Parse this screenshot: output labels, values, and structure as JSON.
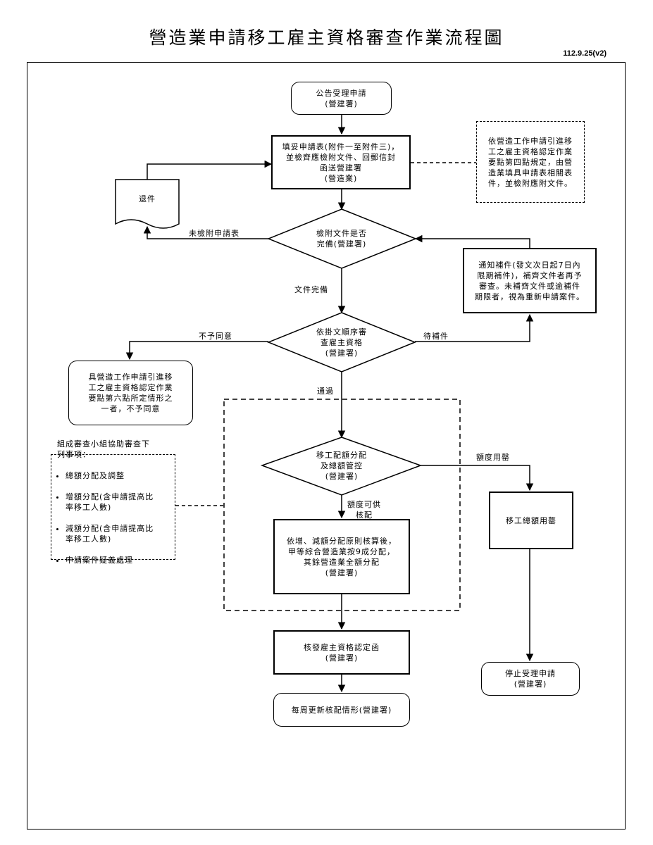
{
  "title": "營造業申請移工雇主資格審查作業流程圖",
  "version": "112.9.25(v2)",
  "nodes": {
    "start": "公告受理申請\n(營建署)",
    "fill_form": "填妥申請表(附件一至附件三)，\n並檢齊應檢附文件、回郵信封\n函送營建署\n(營造業)",
    "note_point4": "依營造工作申請引進移\n工之雇主資格認定作業\n要點第四點規定，由營\n造業填具申請表相關表\n件，並檢附應附文件。",
    "return_doc": "退件",
    "check_docs": "檢附文件是否\n完備(營建署)",
    "notify_supplement": "通知補件(發文次日起7日內\n限期補件)，補齊文件者再予\n審查。未補齊文件或逾補件\n期限者，視為重新申請案件。",
    "review_order": "依掛文順序審\n查雇主資格\n(營建署)",
    "reject": "具營造工作申請引進移\n工之雇主資格認定作業\n要點第六點所定情形之\n一者，不予同意",
    "quota_alloc": "移工配額分配\n及總額管控\n(營建署)",
    "quota_used": "移工總額用罄",
    "committee_title": "組成審查小組協助審查下\n列事項：",
    "committee_items": [
      "總額分配及調整",
      "增額分配(含申請提高比\n率移工人數)",
      "減額分配(含申請提高比\n率移工人數)",
      "申請案件疑義處理"
    ],
    "allocate": "依增、減額分配原則核算後，\n甲等綜合營造業按9成分配，\n其餘營造業全額分配\n(營建署)",
    "issue_letter": "核發雇主資格認定函\n(營建署)",
    "weekly_update": "每周更新核配情形(營建署)",
    "stop_accept": "停止受理申請\n(營建署)"
  },
  "labels": {
    "missing_form": "未檢附申請表",
    "docs_complete": "文件完備",
    "not_agree": "不予同意",
    "pending": "待補件",
    "passed": "通過",
    "quota_available": "額度可供\n核配",
    "quota_exhausted": "額度用罄"
  }
}
